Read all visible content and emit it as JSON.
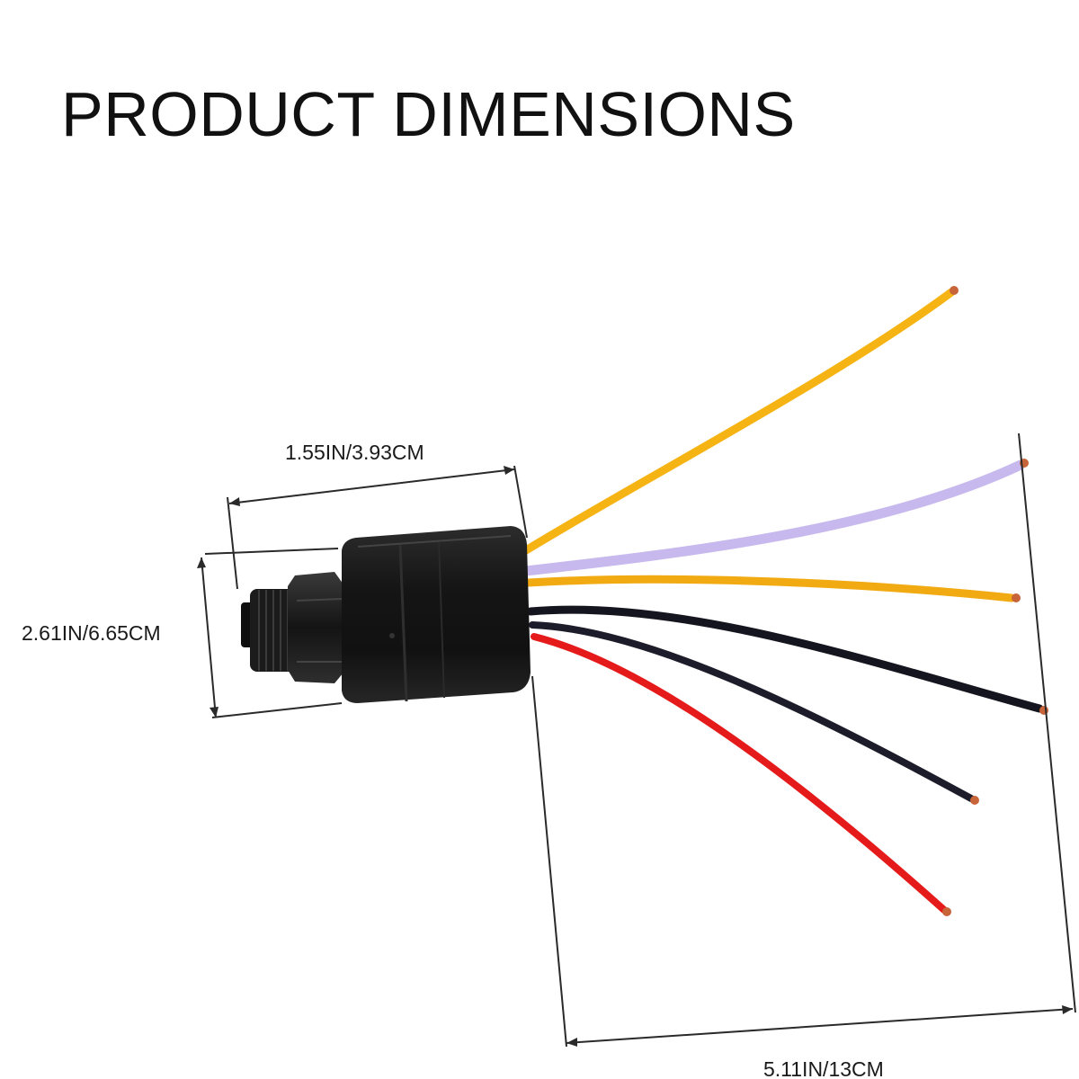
{
  "title": "PRODUCT DIMENSIONS",
  "dimensions": {
    "width_label": "1.55IN/3.93CM",
    "height_label": "2.61IN/6.65CM",
    "length_label": "5.11IN/13CM"
  },
  "wires": [
    {
      "color": "#f5b414",
      "name": "yellow"
    },
    {
      "color": "#c7b9ee",
      "name": "lavender"
    },
    {
      "color": "#f2aa12",
      "name": "orange-yellow"
    },
    {
      "color": "#15151f",
      "name": "black-1"
    },
    {
      "color": "#1c1c2a",
      "name": "black-2"
    },
    {
      "color": "#e51b1b",
      "name": "red"
    }
  ],
  "colors": {
    "housing": "#1a1a1a",
    "dimension_line": "#2a2a2a",
    "wire_tip": "#c8643a"
  }
}
